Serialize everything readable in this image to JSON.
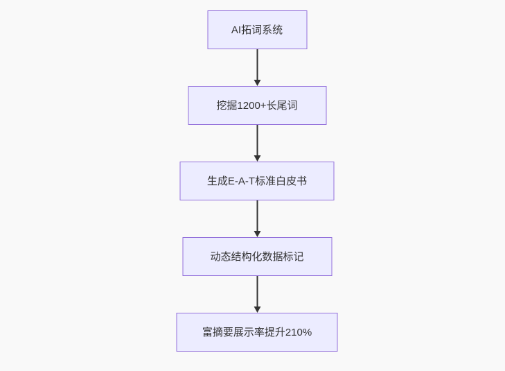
{
  "diagram": {
    "type": "flowchart",
    "direction": "top-down",
    "nodes": [
      {
        "id": "node-1",
        "label": "AI拓词系统"
      },
      {
        "id": "node-2",
        "label": "挖掘1200+长尾词"
      },
      {
        "id": "node-3",
        "label": "生成E-A-T标准白皮书"
      },
      {
        "id": "node-4",
        "label": "动态结构化数据标记"
      },
      {
        "id": "node-5",
        "label": "富摘要展示率提升210%"
      }
    ],
    "edges": [
      {
        "from": "node-1",
        "to": "node-2"
      },
      {
        "from": "node-2",
        "to": "node-3"
      },
      {
        "from": "node-3",
        "to": "node-4"
      },
      {
        "from": "node-4",
        "to": "node-5"
      }
    ],
    "colors": {
      "background": "#f9f9f9",
      "node_fill": "#ececff",
      "node_border": "#9370db",
      "edge_line": "#333333",
      "text": "#333333"
    }
  }
}
